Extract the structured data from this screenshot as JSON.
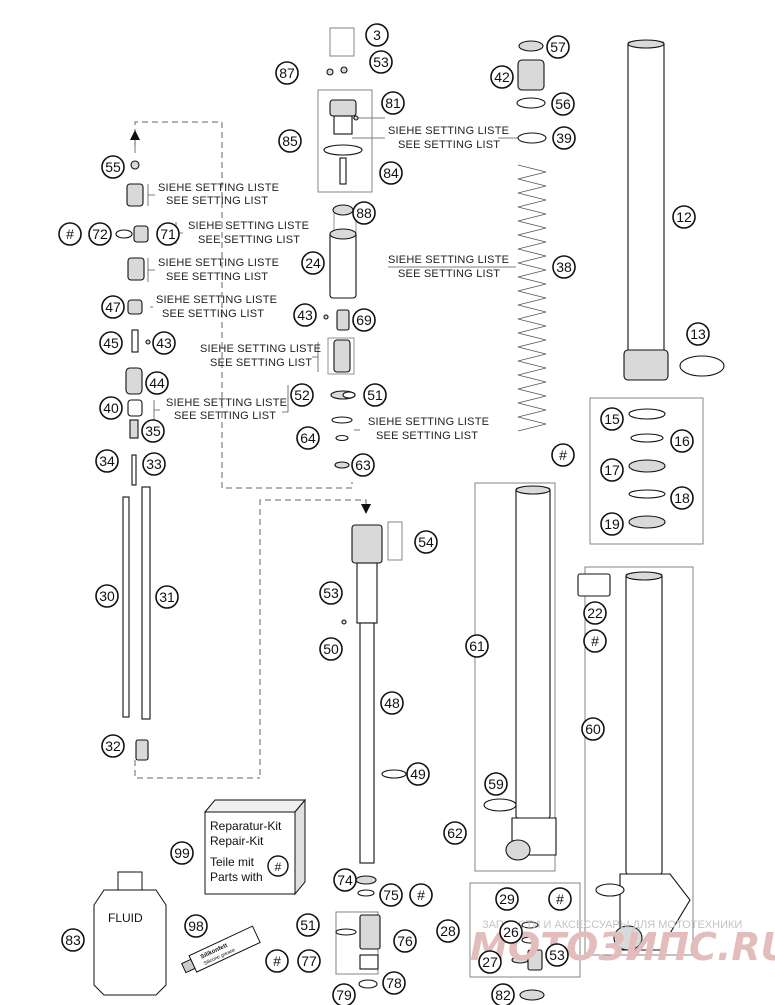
{
  "setting_note_de": "SIEHE SETTING LISTE",
  "setting_note_en": "SEE SETTING LIST",
  "kit_box": {
    "line1": "Reparatur-Kit",
    "line2": "Repair-Kit",
    "line3": "Teile mit",
    "line4": "Parts with",
    "hash": "#"
  },
  "fluid_label": "FLUID",
  "grease_label": "Silikonfett",
  "grease_sub": "Silicone grease",
  "watermark_small": "ЗАПЧАСТИ И АКСЕССУАРЫ ДЛЯ МОТОТЕХНИКИ",
  "watermark_large": "МОТОЗИПС.RU",
  "callouts": {
    "c3": "3",
    "c87": "87",
    "c53a": "53",
    "c81": "81",
    "c85": "85",
    "c84": "84",
    "c88": "88",
    "c24": "24",
    "c43b": "43",
    "c69": "69",
    "c52": "52",
    "c51a": "51",
    "c64": "64",
    "c63": "63",
    "c54": "54",
    "c53b": "53",
    "c50": "50",
    "c48": "48",
    "c49": "49",
    "c74": "74",
    "c75": "75",
    "c75h": "#",
    "c51b": "51",
    "c76": "76",
    "c77h": "#",
    "c77": "77",
    "c78": "78",
    "c79": "79",
    "c55": "55",
    "c72h": "#",
    "c72": "72",
    "c71": "71",
    "c47": "47",
    "c45": "45",
    "c43a": "43",
    "c44": "44",
    "c40": "40",
    "c35": "35",
    "c34": "34",
    "c33": "33",
    "c30": "30",
    "c31": "31",
    "c32": "32",
    "c57": "57",
    "c42": "42",
    "c56": "56",
    "c39": "39",
    "c38": "38",
    "c12": "12",
    "c13": "13",
    "c15": "15",
    "c16": "16",
    "c17": "17",
    "c18": "18",
    "c19": "19",
    "cbh": "#",
    "c22": "22",
    "c22h": "#",
    "c61": "61",
    "c60": "60",
    "c59": "59",
    "c62": "62",
    "c29": "29",
    "c29h": "#",
    "c28": "28",
    "c26": "26",
    "c27": "27",
    "c53c": "53",
    "c82": "82",
    "c99": "99",
    "c98": "98",
    "c83": "83"
  }
}
